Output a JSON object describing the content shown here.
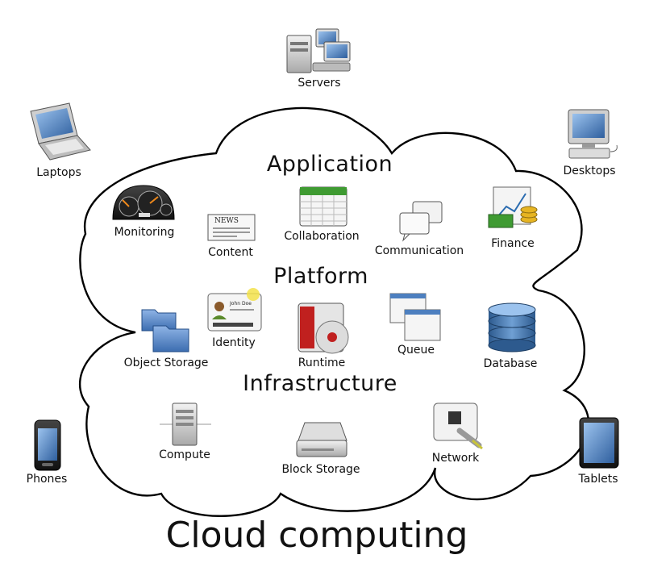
{
  "title": "Cloud computing",
  "sections": {
    "application": "Application",
    "platform": "Platform",
    "infrastructure": "Infrastructure"
  },
  "devices": {
    "servers": "Servers",
    "laptops": "Laptops",
    "desktops": "Desktops",
    "phones": "Phones",
    "tablets": "Tablets"
  },
  "application_items": {
    "monitoring": "Monitoring",
    "content": "Content",
    "collaboration": "Collaboration",
    "communication": "Communication",
    "finance": "Finance"
  },
  "platform_items": {
    "object_storage": "Object Storage",
    "identity": "Identity",
    "runtime": "Runtime",
    "queue": "Queue",
    "database": "Database"
  },
  "infrastructure_items": {
    "compute": "Compute",
    "block_storage": "Block Storage",
    "network": "Network"
  },
  "identity_card_name": "John Doe",
  "newspaper_heading": "NEWS"
}
